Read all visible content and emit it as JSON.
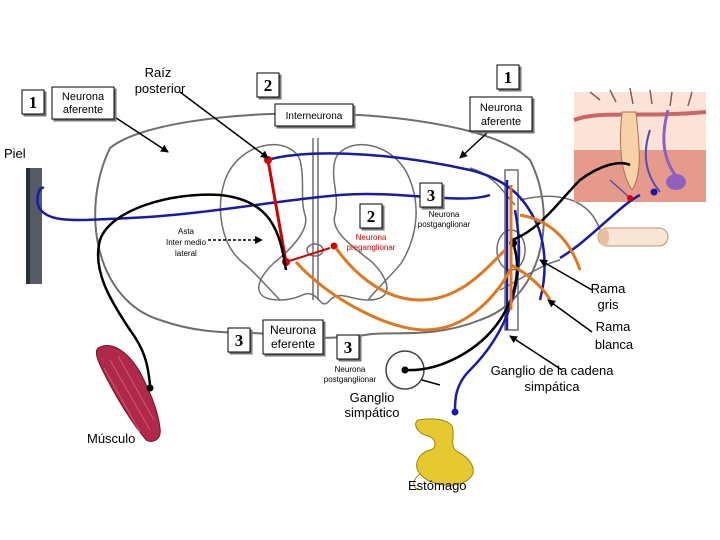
{
  "labels": {
    "raiz_posterior": [
      "Raíz",
      "posterior"
    ],
    "neurona_aferente_left": [
      "Neurona",
      "aferente"
    ],
    "neurona_aferente_right": [
      "Neurona",
      "aferente"
    ],
    "interneurona": "Interneurona",
    "piel": "Piel",
    "asta_intermedio_lateral": [
      "Asta",
      "Inter medio",
      "lateral"
    ],
    "neurona_preganglionar": [
      "Neurona",
      "preganglionar"
    ],
    "neurona_postganglionar_top": [
      "Neurona",
      "postganglionar"
    ],
    "rama_gris": [
      "Rama",
      "gris"
    ],
    "rama_blanca": [
      "Rama",
      "blanca"
    ],
    "neurona_eferente": [
      "Neurona",
      "eferente"
    ],
    "neurona_postganglionar_bottom": [
      "Neurona",
      "postganglionar"
    ],
    "ganglio_simpatico": [
      "Ganglio",
      "simpático"
    ],
    "ganglio_cadena_simpatica": [
      "Ganglio de la cadena",
      "simpática"
    ],
    "musculo": "Músculo",
    "estomago": "Estómago"
  },
  "numbers": {
    "n1_left": "1",
    "n1_right": "1",
    "n2_top": "2",
    "n2_cord": "2",
    "n3_top": "3",
    "n3_left": "3",
    "n3_bottom": "3"
  },
  "colors": {
    "afferent": "#1a1aa6",
    "interneuron": "#d40000",
    "efferent": "#000000",
    "preganglionic": "#e07820",
    "cord_outline": "#6e6e6e",
    "skin_pink": "#f4c4b4",
    "muscle_red": "#b0284a",
    "stomach_yellow": "#e6c830"
  }
}
